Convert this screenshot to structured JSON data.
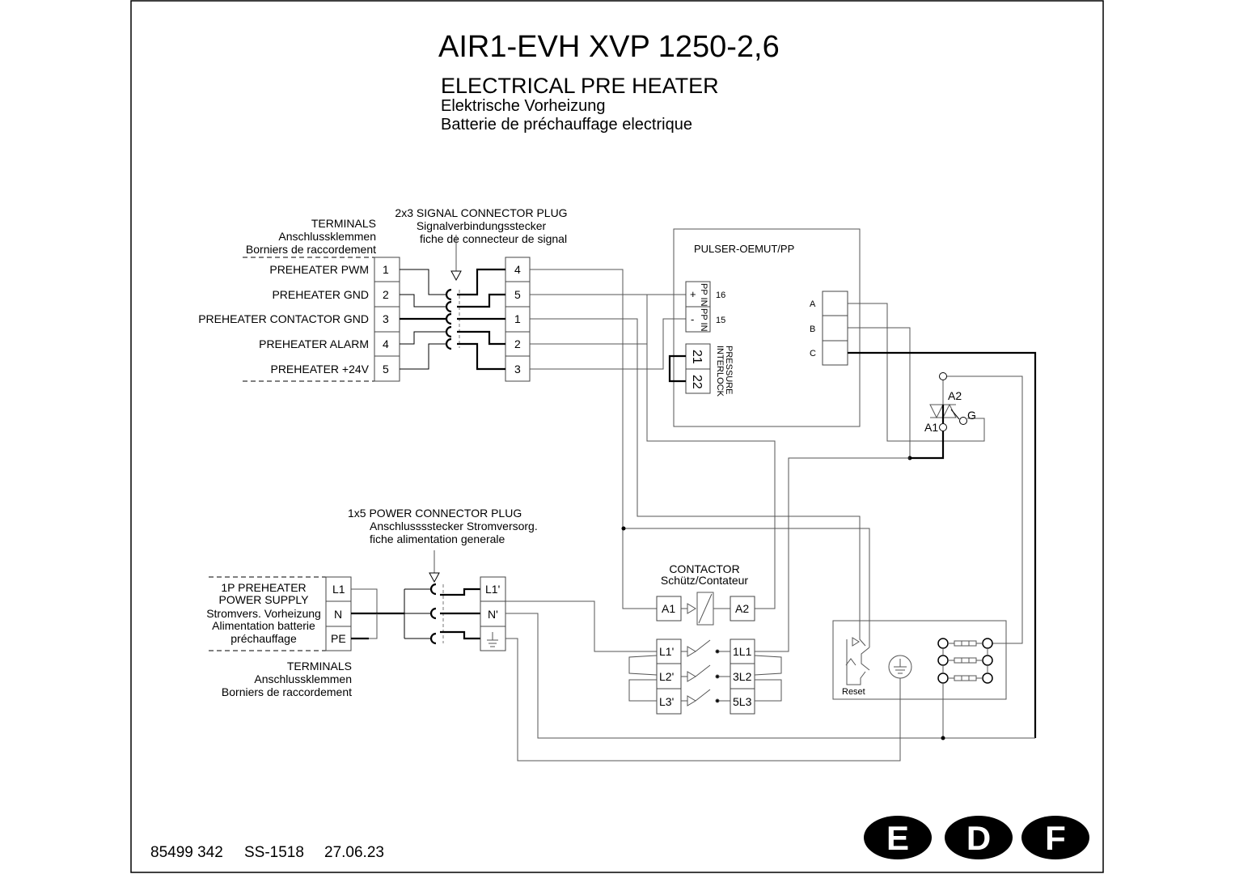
{
  "header": {
    "title": "AIR1-EVH XVP 1250-2,6",
    "subtitle_en": "ELECTRICAL PRE HEATER",
    "subtitle_de": "Elektrische Vorheizung",
    "subtitle_fr": "Batterie de préchauffage electrique"
  },
  "signal_terminals": {
    "heading": [
      "TERMINALS",
      "Anschlussklemmen",
      "Borniers de raccordement"
    ],
    "rows": [
      {
        "label": "PREHEATER PWM",
        "num": "1"
      },
      {
        "label": "PREHEATER GND",
        "num": "2"
      },
      {
        "label": "PREHEATER CONTACTOR GND",
        "num": "3"
      },
      {
        "label": "PREHEATER ALARM",
        "num": "4"
      },
      {
        "label": "PREHEATER +24V",
        "num": "5"
      }
    ]
  },
  "signal_plug": {
    "heading": [
      "2x3 SIGNAL CONNECTOR PLUG",
      "Signalverbindungsstecker",
      "fiche de connecteur de signal"
    ],
    "pins": [
      "4",
      "5",
      "1",
      "2",
      "3"
    ]
  },
  "pulser": {
    "name": "PULSER-OEMUT/PP",
    "pp_in": [
      {
        "sign": "+",
        "label": "PP IN",
        "num": "16"
      },
      {
        "sign": "-",
        "label": "PP IN",
        "num": "15"
      }
    ],
    "interlock_pins": [
      "21",
      "22"
    ],
    "interlock_label": [
      "PRESSURE",
      "INTERLOCK"
    ],
    "outputs": [
      "A",
      "B",
      "C"
    ]
  },
  "triac": {
    "a2": "A2",
    "a1": "A1",
    "g": "G"
  },
  "power_terminals": {
    "heading": [
      "1P PREHEATER",
      "POWER SUPPLY",
      "Stromvers. Vorheizung",
      "Alimentation batterie",
      "préchauffage"
    ],
    "pins": [
      "L1",
      "N",
      "PE"
    ],
    "footer": [
      "TERMINALS",
      "Anschlussklemmen",
      "Borniers de raccordement"
    ]
  },
  "power_plug": {
    "heading": [
      "1x5 POWER CONNECTOR PLUG",
      "Anschlusssstecker Stromversorg.",
      "fiche alimentation generale"
    ],
    "pins": [
      "L1'",
      "N'"
    ]
  },
  "contactor": {
    "heading": [
      "CONTACTOR",
      "Schütz/Contateur"
    ],
    "coil": [
      "A1",
      "A2"
    ],
    "inputs": [
      "L1'",
      "L2'",
      "L3'"
    ],
    "outputs": [
      "1L1",
      "3L2",
      "5L3"
    ]
  },
  "thermal": {
    "reset_label": "Reset"
  },
  "footer": {
    "doc_number": "85499 342",
    "code": "SS-1518",
    "date": "27.06.23"
  },
  "languages": [
    "E",
    "D",
    "F"
  ]
}
